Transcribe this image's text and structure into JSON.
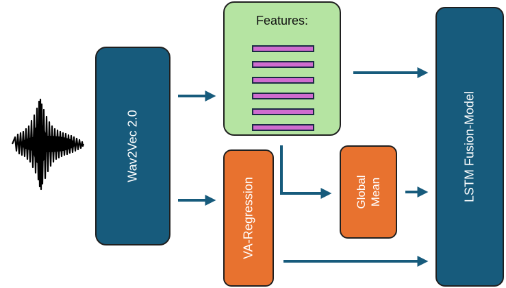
{
  "diagram": {
    "wav2vec": {
      "label": "Wav2Vec 2.0"
    },
    "features": {
      "title": "Features:",
      "bar_count": 6
    },
    "va_regression": {
      "label": "VA-Regression"
    },
    "global_mean": {
      "line1": "Global",
      "line2": "Mean"
    },
    "lstm": {
      "label": "LSTM Fusion-Model"
    },
    "colors": {
      "blue_box": "#175b7c",
      "orange_box": "#e8722f",
      "green_box": "#b5e4a2",
      "feature_bar": "#cf6ccf",
      "arrow": "#175b7c",
      "waveform": "#000000"
    },
    "icons": {
      "waveform": "audio-waveform-icon"
    }
  }
}
